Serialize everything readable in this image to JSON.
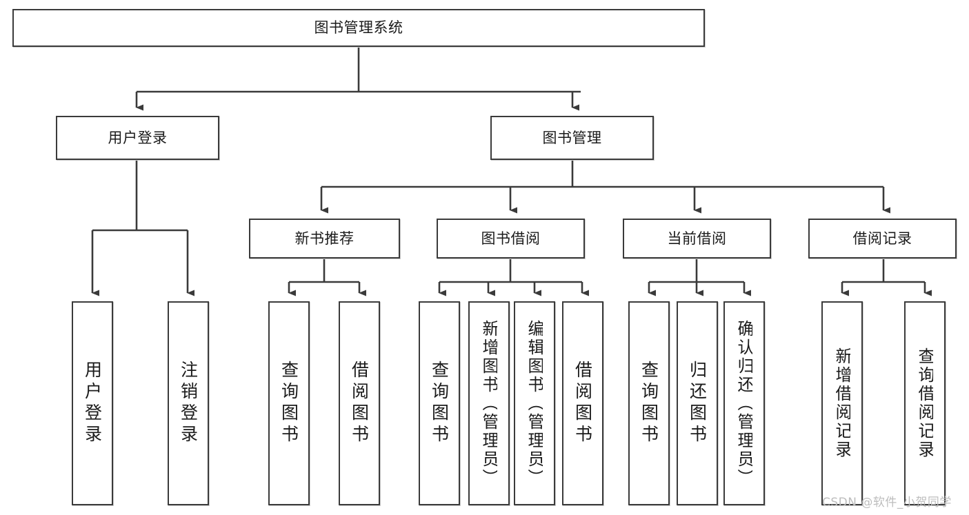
{
  "diagram": {
    "title": "图书管理系统",
    "type": "tree-hierarchy-chart",
    "root": {
      "label": "图书管理系统"
    },
    "level1": [
      {
        "label": "用户登录"
      },
      {
        "label": "图书管理"
      }
    ],
    "level2": [
      {
        "label": "新书推荐"
      },
      {
        "label": "图书借阅"
      },
      {
        "label": "当前借阅"
      },
      {
        "label": "借阅记录"
      }
    ],
    "leaves": [
      {
        "label": "用户登录"
      },
      {
        "label": "注销登录"
      },
      {
        "label": "查询图书"
      },
      {
        "label": "借阅图书"
      },
      {
        "label": "查询图书"
      },
      {
        "label": "新增图书（管理员）"
      },
      {
        "label": "编辑图书（管理员）"
      },
      {
        "label": "借阅图书"
      },
      {
        "label": "查询图书"
      },
      {
        "label": "归还图书"
      },
      {
        "label": "确认归还（管理员）"
      },
      {
        "label": "新增借阅记录"
      },
      {
        "label": "查询借阅记录"
      }
    ],
    "watermark": "CSDN @软件_小贺同学",
    "colors": {
      "box_border": "#3a3a3a",
      "box_fill": "#ffffff",
      "text": "#1a1a1a",
      "edge": "#3a3a3a",
      "watermark": "#bdbdbd",
      "background": "#ffffff"
    }
  }
}
